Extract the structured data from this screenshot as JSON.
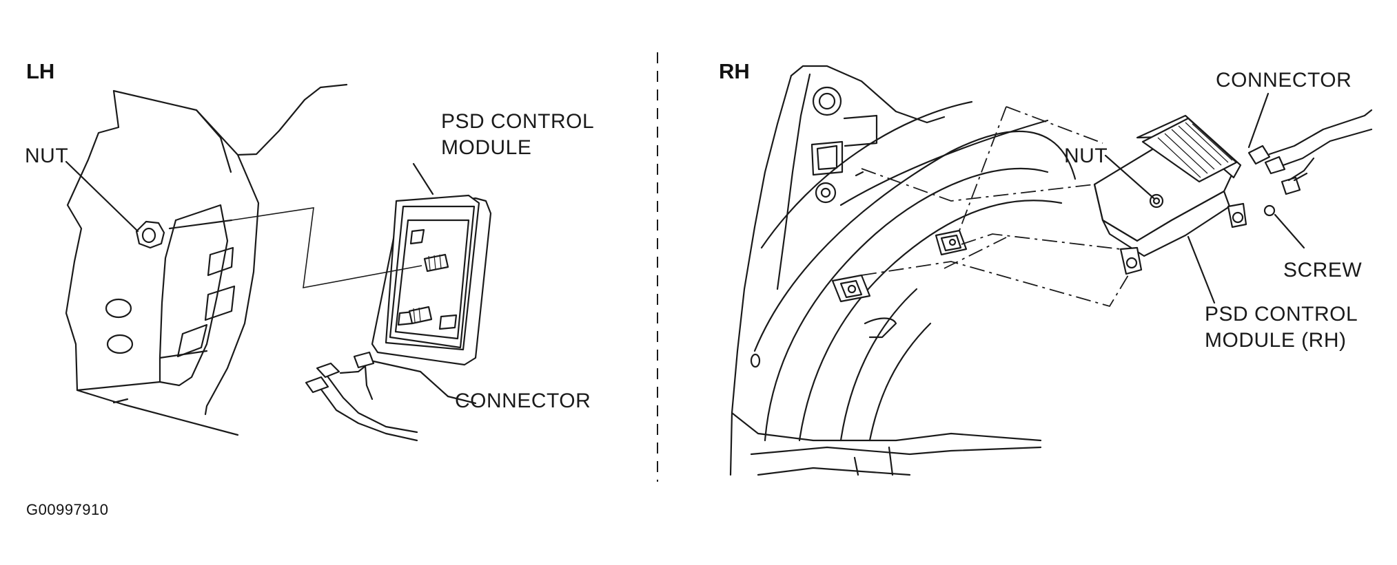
{
  "panels": {
    "left": {
      "heading": "LH",
      "labels": {
        "nut": "NUT",
        "module_line1": "PSD CONTROL",
        "module_line2": "MODULE",
        "connector": "CONNECTOR"
      }
    },
    "right": {
      "heading": "RH",
      "labels": {
        "connector": "CONNECTOR",
        "nut": "NUT",
        "screw": "SCREW",
        "module_line1": "PSD CONTROL",
        "module_line2": "MODULE (RH)"
      }
    }
  },
  "figure_id": "G00997910"
}
